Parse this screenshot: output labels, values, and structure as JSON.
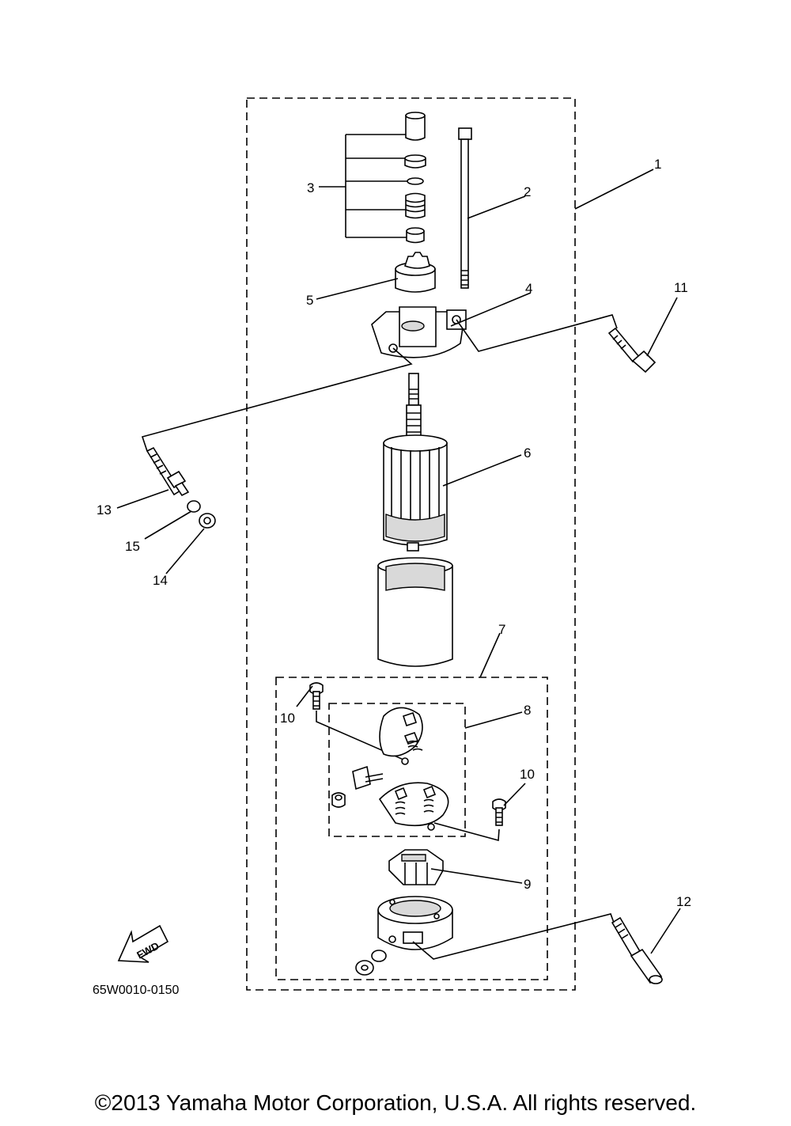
{
  "callouts": {
    "c1": "1",
    "c2": "2",
    "c3": "3",
    "c4": "4",
    "c5": "5",
    "c6": "6",
    "c7": "7",
    "c8": "8",
    "c9": "9",
    "c10a": "10",
    "c10b": "10",
    "c11": "11",
    "c12": "12",
    "c13": "13",
    "c14": "14",
    "c15": "15"
  },
  "fwd_label": "FWD",
  "drawing_code": "65W0010-0150",
  "copyright": "©2013 Yamaha Motor Corporation, U.S.A. All rights reserved."
}
